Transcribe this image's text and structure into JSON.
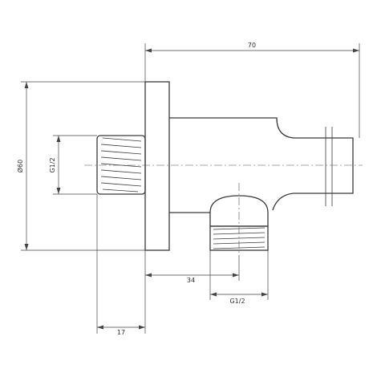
{
  "dimensions": {
    "total_length": "70",
    "diameter": "Ø60",
    "inlet_thread": "G1/2",
    "outlet_offset": "34",
    "outlet_thread": "G1/2",
    "flange_depth": "17"
  }
}
